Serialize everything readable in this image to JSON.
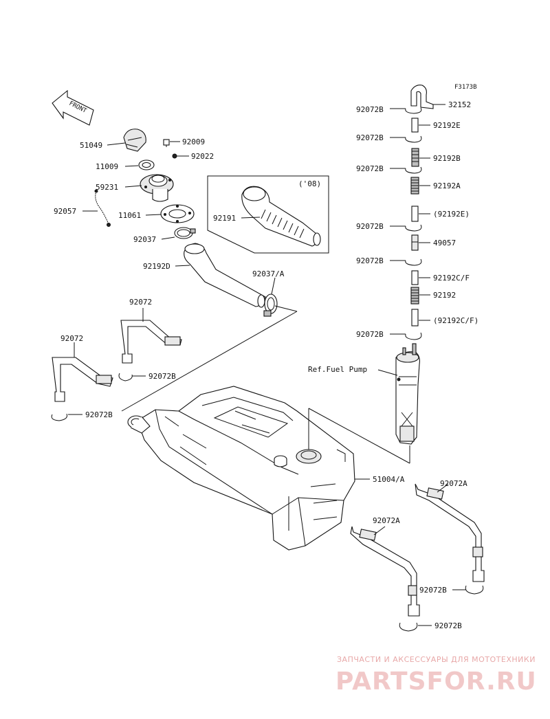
{
  "figure_code": "F3173B",
  "front_label": "FRONT",
  "inset_label": "('08)",
  "ref_label": "Ref.Fuel Pump",
  "parts": {
    "p51049": "51049",
    "p92009": "92009",
    "p92022": "92022",
    "p11009": "11009",
    "p59231": "59231",
    "p92057": "92057",
    "p11061": "11061",
    "p92037": "92037",
    "p92191": "92191",
    "p92192D": "92192D",
    "p92037A": "92037/A",
    "p92072_a": "92072",
    "p92072_b": "92072",
    "p92072B_1": "92072B",
    "p92072B_2": "92072B",
    "p32152": "32152",
    "p92072B_3": "92072B",
    "p92192E": "92192E",
    "p92072B_4": "92072B",
    "p92192B": "92192B",
    "p92072B_5": "92072B",
    "p92192A": "92192A",
    "p92192E_p": "(92192E)",
    "p92072B_6": "92072B",
    "p49057": "49057",
    "p92072B_7": "92072B",
    "p92192CF": "92192C/F",
    "p92192": "92192",
    "p92192CF_p": "(92192C/F)",
    "p92072B_8": "92072B",
    "p51004A": "51004/A",
    "p92072A_1": "92072A",
    "p92072A_2": "92072A",
    "p92072B_9": "92072B",
    "p92072B_10": "92072B"
  },
  "watermark": {
    "line1": "ЗАПЧАСТИ И АКСЕССУАРЫ ДЛЯ МОТОТЕХНИКИ",
    "line2": "PARTSFOR.RU"
  }
}
